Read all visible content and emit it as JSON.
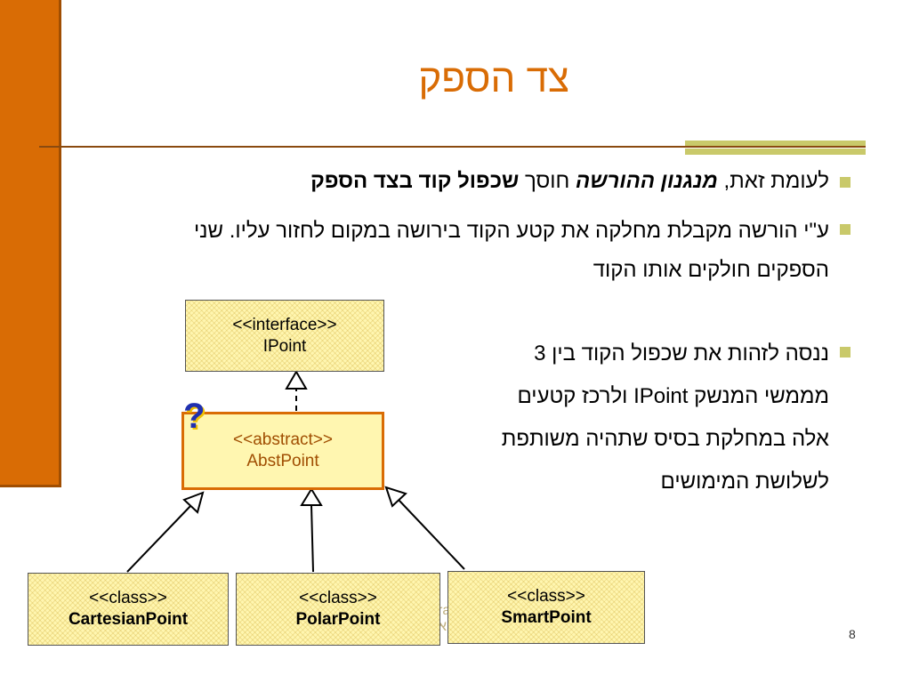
{
  "slide": {
    "title": "צד הספק",
    "page_number": "8",
    "footer_fragment_1": "ra",
    "footer_fragment_2": "א"
  },
  "bullets": [
    {
      "prefix": "לעומת זאת, ",
      "em": "מנגנון ההורשה",
      "mid": " חוסך ",
      "strong": "שכפול קוד בצד הספק"
    },
    {
      "text": "ע\"י הורשה מקבלת מחלקה את קטע הקוד בירושה במקום לחזור עליו. שני הספקים חולקים אותו הקוד"
    },
    {
      "text": "ננסה לזהות את שכפול הקוד בין 3 מממשי המנשק IPoint ולרכז קטעים אלה במחלקת בסיס שתהיה משותפת לשלושת המימושים"
    }
  ],
  "diagram": {
    "interface": {
      "stereotype": "<<interface>>",
      "name": "IPoint"
    },
    "abstract": {
      "stereotype": "<<abstract>>",
      "name": "AbstPoint"
    },
    "question_mark": "?",
    "classes": [
      {
        "stereotype": "<<class>>",
        "name": "CartesianPoint"
      },
      {
        "stereotype": "<<class>>",
        "name": "PolarPoint"
      },
      {
        "stereotype": "<<class>>",
        "name": "SmartPoint"
      }
    ]
  },
  "colors": {
    "accent": "#d96c05",
    "bullet": "#c9c96a",
    "box_fill": "#fff6b0"
  }
}
